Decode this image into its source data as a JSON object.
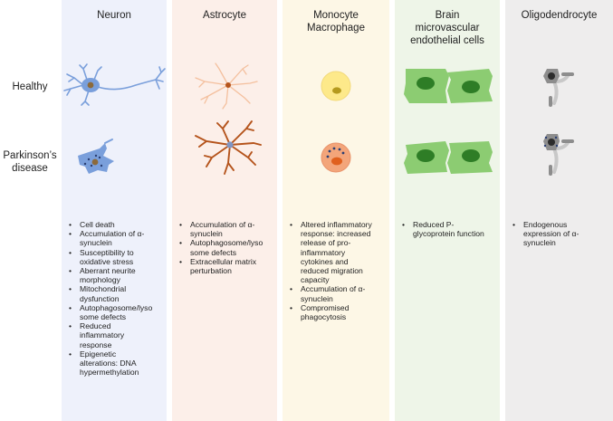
{
  "rows": {
    "healthy": "Healthy",
    "disease": "Parkinson’s\ndisease"
  },
  "columns": [
    {
      "title": "Neuron",
      "bg": "#eef1fb",
      "features": [
        "Cell death",
        "Accumulation of α-\nsynuclein",
        "Susceptibility to\noxidative stress",
        "Aberrant neurite\nmorphology",
        "Mitochondrial\ndysfunction",
        "Autophagosome/lyso\nsome defects",
        "Reduced\ninflammatory\nresponse",
        "Epigenetic\nalterations: DNA\nhypermethylation"
      ]
    },
    {
      "title": "Astrocyte",
      "bg": "#fcefe9",
      "features": [
        "Accumulation of α-\nsynuclein",
        "Autophagosome/lyso\nsome defects",
        "Extracellular matrix\nperturbation"
      ]
    },
    {
      "title": "Monocyte\nMacrophage",
      "bg": "#fdf7e6",
      "features": [
        "Altered inflammatory\nresponse: increased\nrelease of pro-\ninflammatory\ncytokines and\nreduced migration\ncapacity",
        "Accumulation of α-\nsynuclein",
        "Compromised\nphagocytosis"
      ]
    },
    {
      "title": "Brain\nmicrovascular\nendothelial cells",
      "bg": "#eef5e8",
      "features": [
        "Reduced P-\nglycoprotein function"
      ]
    },
    {
      "title": "Oligodendrocyte",
      "bg": "#eeeded",
      "features": [
        "Endogenous\nexpression of α-\nsynuclein"
      ]
    }
  ],
  "colors": {
    "neuron": "#7a9fdb",
    "neuron_nucleus": "#8c6a3a",
    "astro_healthy": "#f4c09e",
    "astro_disease": "#b5541c",
    "mono_healthy": "#fde98a",
    "mono_disease": "#f3a57a",
    "mono_nucleus": "#b59a1e",
    "mono_nucleus_pd": "#e0601e",
    "endo": "#8ccc72",
    "endo_nucleus": "#2e7d26",
    "oligo": "#8d8d8d",
    "oligo_light": "#c8c8c8",
    "alpha_syn_dot": "#2b3f73"
  }
}
